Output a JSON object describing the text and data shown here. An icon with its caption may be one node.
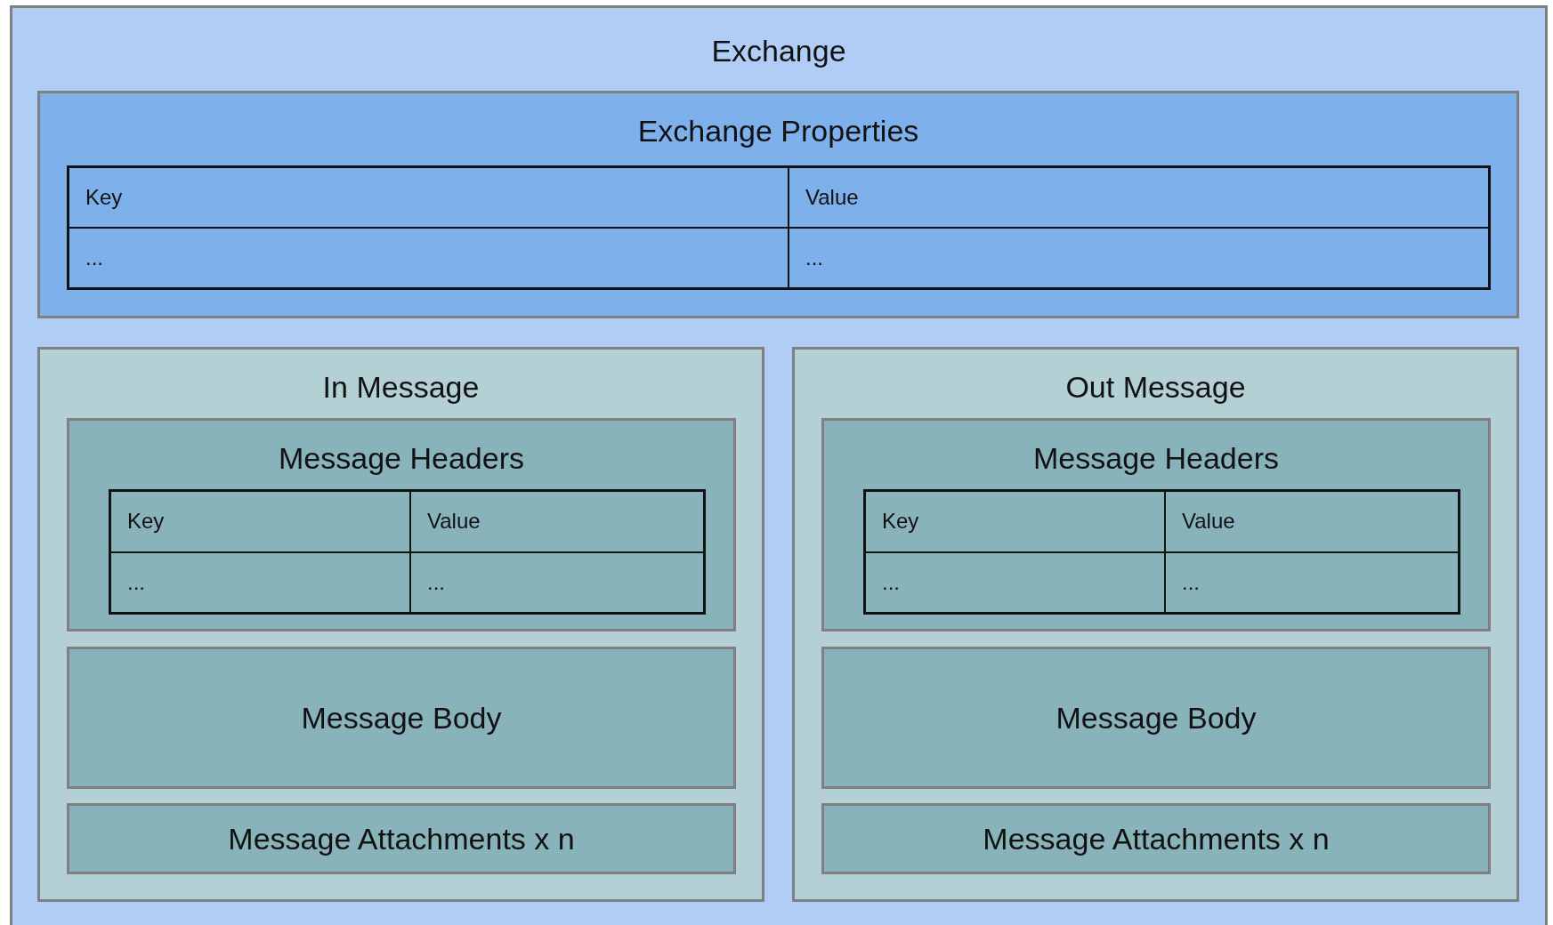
{
  "diagram": {
    "nodes": [
      {
        "text": [
          "Exchange"
        ]
      },
      {
        "text": [
          "Exchange Properties"
        ],
        "in": 0
      },
      {
        "text": [
          "In Message"
        ],
        "in": 0
      },
      {
        "text": [
          "Message Headers"
        ],
        "in": 2
      },
      {
        "text": [
          "Message Body"
        ],
        "in": 2
      },
      {
        "text": [
          "Message Attachments x n"
        ],
        "in": 2
      },
      {
        "text": [
          "Out Message"
        ],
        "in": 0
      },
      {
        "text": [
          "Message Headers"
        ],
        "in": 6
      },
      {
        "text": [
          "Message Body"
        ],
        "in": 6
      },
      {
        "text": [
          "Message Attachments x n"
        ],
        "in": 6
      }
    ],
    "edges": [],
    "labels": [
      "Key",
      "Value",
      "...",
      "...",
      "Key",
      "Value",
      "...",
      "...",
      "Key",
      "Value",
      "...",
      "..."
    ]
  }
}
